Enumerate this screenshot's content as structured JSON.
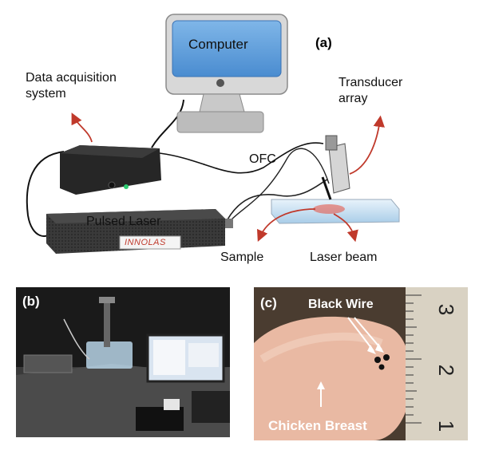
{
  "panel_a": {
    "tag": "(a)",
    "computer_label": "Computer",
    "daq_label_line1": "Data acquisition",
    "daq_label_line2": "system",
    "transducer_label_line1": "Transducer",
    "transducer_label_line2": "array",
    "ofc_label": "OFC",
    "laser_label": "Pulsed Laser",
    "laser_brand": "INNOLAS",
    "sample_label": "Sample",
    "laser_beam_label": "Laser beam"
  },
  "panel_b": {
    "tag": "(b)"
  },
  "panel_c": {
    "tag": "(c)",
    "black_wire_label": "Black Wire",
    "chicken_label": "Chicken Breast",
    "ruler_digit_top": "3",
    "ruler_digit_mid": "2",
    "ruler_digit_low": "1"
  },
  "colors": {
    "arrow": "#c0392b",
    "screen": "#5b9bd5",
    "device": "#262626"
  }
}
